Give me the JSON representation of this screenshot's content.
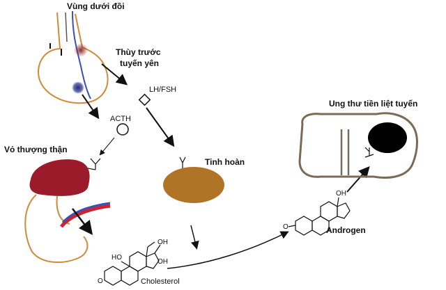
{
  "labels": {
    "hypothalamus": "Vùng dưới đồi",
    "pituitary_line1": "Thùy trước",
    "pituitary_line2": "tuyến yên",
    "lh_fsh": "LH/FSH",
    "acth": "ACTH",
    "adrenal_cortex": "Vỏ thượng thận",
    "testis": "Tinh hoàn",
    "prostate_cancer": "Ung thư tiền liệt tuyến",
    "androgen": "Androgen",
    "cholesterol": "Cholesterol",
    "oh_top": "OH",
    "oh_left": "HO",
    "oh_right": "OH",
    "oxo": "O",
    "oh_androgen": "OH",
    "oxo_androgen": "O"
  },
  "colors": {
    "gland_outline": "#d08a3a",
    "adrenal": "#9b1b2a",
    "testis": "#b07426",
    "vessel_blue": "#3d4fb5",
    "vessel_red": "#cc2233",
    "prostate_outline": "#7b6a55",
    "tumor": "#000000",
    "arrow": "#111111"
  }
}
